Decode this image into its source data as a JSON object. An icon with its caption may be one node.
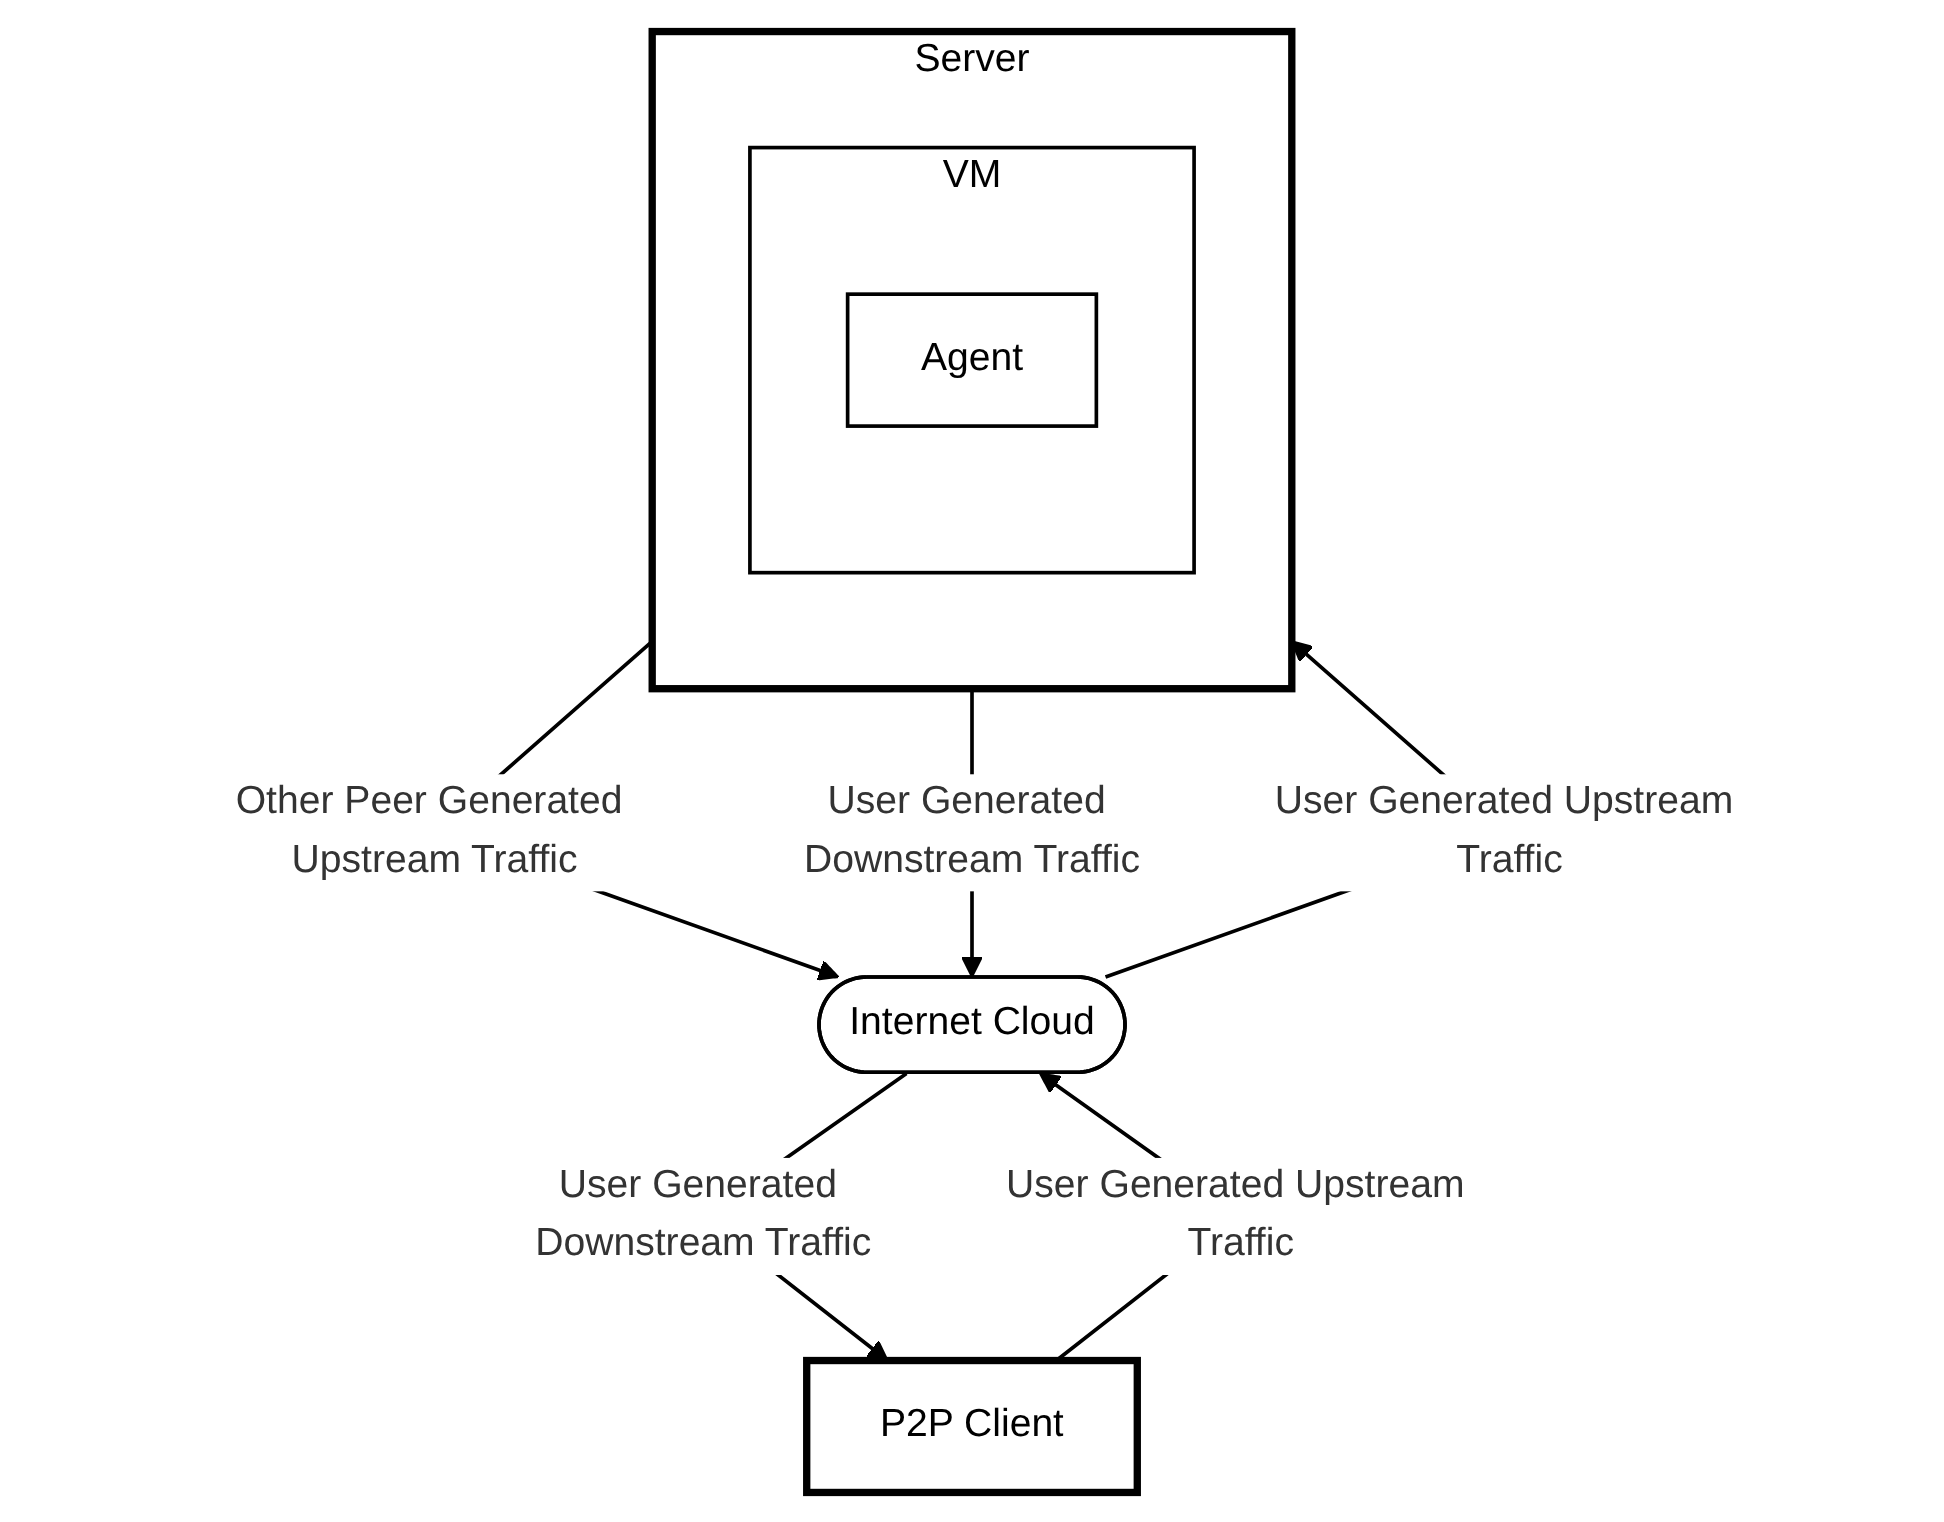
{
  "diagram": {
    "nodes": [
      {
        "text": [
          "Server"
        ]
      },
      {
        "text": [
          "VM"
        ],
        "in": 0
      },
      {
        "text": [
          "Agent"
        ],
        "in": 1
      },
      {
        "text": [
          "Internet Cloud"
        ]
      },
      {
        "text": [
          "P2P Client"
        ]
      }
    ],
    "edges": [
      {
        "from": 0,
        "to": 3,
        "arrow": "to",
        "label": "Other Peer Generated Upstream Traffic"
      },
      {
        "from": 3,
        "to": 0,
        "arrow": "to",
        "label": "User Generated Upstream Traffic"
      },
      {
        "from": 0,
        "to": 3,
        "arrow": "to",
        "label": "User Generated Downstream Traffic"
      },
      {
        "from": 4,
        "to": 3,
        "arrow": "to",
        "label": "User Generated Upstream Traffic"
      },
      {
        "from": 3,
        "to": 4,
        "arrow": "to",
        "label": "User Generated Downstream Traffic"
      }
    ]
  }
}
